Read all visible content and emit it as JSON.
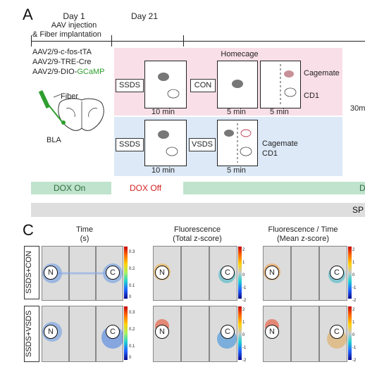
{
  "panelA": {
    "letter": "A",
    "day1": "Day 1",
    "day1_sub1": "AAV injection",
    "day1_sub2": "& Fiber implantation",
    "day21": "Day 21",
    "virus1": "AAV2/9-c-fos-tTA",
    "virus2": "AAV2/9-TRE-Cre",
    "virus3_prefix": "AAV2/9-DIO-",
    "virus3_highlight": "GCaMP",
    "fiber": "Fiber",
    "region": "BLA",
    "homecage": "Homecage",
    "ssds1": "SSDS",
    "ssds2": "SSDS",
    "con": "CON",
    "vsds": "VSDS",
    "time_ssds1": "10 min",
    "time_con": "5 min",
    "time_cage2": "5 min",
    "time_ssds2": "10 min",
    "time_vsds": "5 min",
    "cagemate1": "Cagemate",
    "cd1_1": "CD1",
    "cagemate2": "Cagemate",
    "cd1_2": "CD1",
    "time_right": "30m",
    "dox_on": "DOX On",
    "dox_off": "DOX Off",
    "dox_right": "D",
    "sp": "SP"
  },
  "panelC": {
    "letter": "C",
    "col1_title": "Time",
    "col1_sub": "(s)",
    "col2_title": "Fluorescence",
    "col2_sub": "(Total z-score)",
    "col3_title": "Fluorescence / Time",
    "col3_sub": "(Mean z-score)",
    "row1": "SSDS+CON",
    "row2": "SSDS+VSDS",
    "n": "N",
    "c": "C",
    "time_ticks": [
      "0.3",
      "0.2",
      "0.1",
      "0"
    ],
    "z_ticks": [
      "2",
      "1",
      "0",
      "-1",
      "-2"
    ]
  }
}
